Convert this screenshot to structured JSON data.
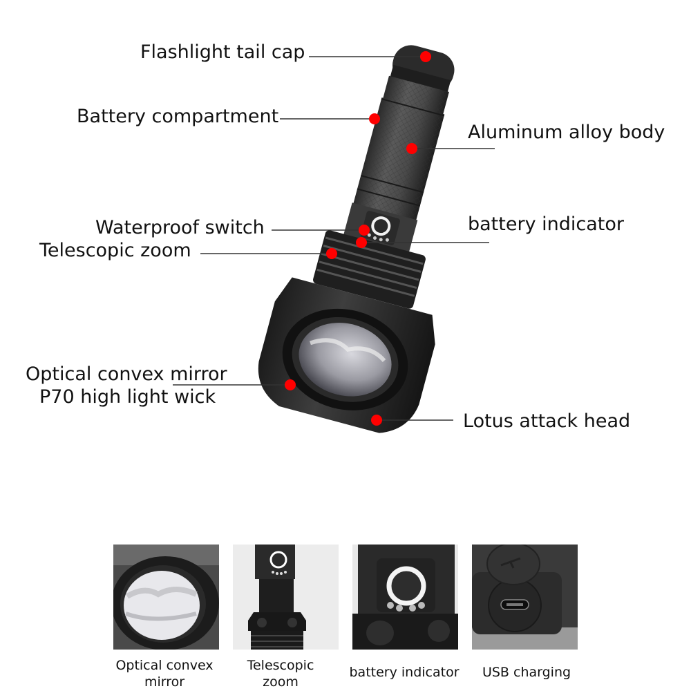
{
  "main_diagram": {
    "subject": "flashlight",
    "callout_color": "#ff0000",
    "callouts": [
      {
        "id": "tail_cap",
        "label": "Flashlight tail cap"
      },
      {
        "id": "battery_compartment",
        "label": "Battery compartment"
      },
      {
        "id": "aluminum_body",
        "label": "Aluminum alloy body"
      },
      {
        "id": "waterproof_switch",
        "label": "Waterproof switch"
      },
      {
        "id": "battery_indicator",
        "label": "battery indicator"
      },
      {
        "id": "telescopic_zoom",
        "label": "Telescopic zoom"
      },
      {
        "id": "optical_mirror",
        "label_line1": "Optical convex mirror",
        "label_line2": "P70 high light wick"
      },
      {
        "id": "lotus_head",
        "label": "Lotus attack head"
      }
    ]
  },
  "thumbnails": [
    {
      "id": "optical",
      "caption_line1": "Optical convex",
      "caption_line2": "mirror"
    },
    {
      "id": "telescopic",
      "caption_line1": "Telescopic",
      "caption_line2": "zoom"
    },
    {
      "id": "battery",
      "caption_line1": "battery indicator",
      "caption_line2": ""
    },
    {
      "id": "usb",
      "caption_line1": "USB charging",
      "caption_line2": ""
    }
  ]
}
